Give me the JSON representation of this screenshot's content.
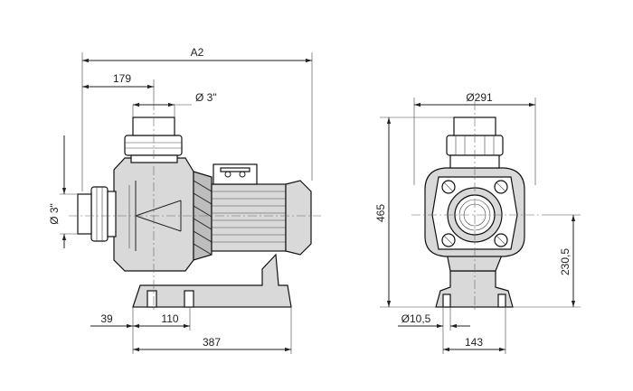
{
  "dimensions": {
    "a2": "A2",
    "d179": "179",
    "pipe_top": "Ø 3\"",
    "pipe_side": "Ø 3\"",
    "d39": "39",
    "d110": "110",
    "d387": "387",
    "d291": "Ø291",
    "d465": "465",
    "d230": "230,5",
    "d10": "Ø10,5",
    "d143": "143"
  }
}
